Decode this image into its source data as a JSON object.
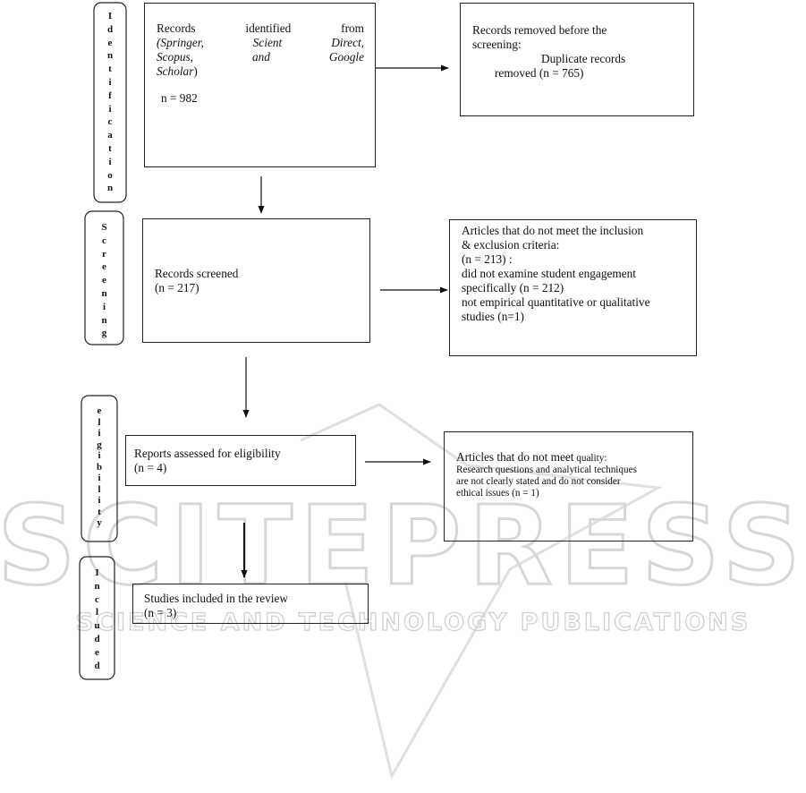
{
  "stages": [
    {
      "id": "identification",
      "letters": [
        "I",
        "d",
        "e",
        "n",
        "t",
        "i",
        "f",
        "i",
        "c",
        "a",
        "t",
        "i",
        "o",
        "n"
      ]
    },
    {
      "id": "screening",
      "letters": [
        "S",
        "c",
        "r",
        "e",
        "e",
        "n",
        "i",
        "n",
        "g"
      ]
    },
    {
      "id": "eligibility",
      "letters": [
        "e",
        "l",
        "i",
        "g",
        "i",
        "b",
        "i",
        "l",
        "i",
        "t",
        "y"
      ]
    },
    {
      "id": "included",
      "letters": [
        "I",
        "n",
        "c",
        "l",
        "u",
        "d",
        "e",
        "d"
      ]
    }
  ],
  "identified": {
    "line1_a": "Records",
    "line1_b": "identified",
    "line1_c": "from",
    "line2_a": "(Springer,",
    "line2_b": "Scient",
    "line2_c": "Direct,",
    "line3_a": "Scopus,",
    "line3_b": "and",
    "line3_c": "Google",
    "line4_a": "Scholar",
    "line4_b": ")",
    "count": "n = 982"
  },
  "removed": {
    "line1": "Records removed before  the",
    "line2": "screening:",
    "line3": "Duplicate records",
    "line4": "removed (n = 765)"
  },
  "screened": {
    "line1": "Records screened",
    "line2": "(n = 217)"
  },
  "excluded": {
    "line1": "Articles that do not meet the inclusion",
    "line2": "& exclusion criteria:",
    "line3": "(n = 213) :",
    "line4": "did not examine student engagement",
    "line5": "specifically (n = 212)",
    "line6": "not empirical quantitative or qualitative",
    "line7": "studies (n=1)"
  },
  "eligibility": {
    "line1": "Reports assessed for eligibility",
    "line2": "(n = 4)"
  },
  "quality": {
    "line1_a": "Articles that do not meet",
    "line1_b": " quality:",
    "line2": "Research questions and analytical techniques",
    "line3": "are not clearly stated and do not consider",
    "line4": "ethical issues (n = 1)"
  },
  "included": {
    "line1": "Studies included in the review",
    "line2": "(n = 3)"
  },
  "watermark": {
    "big": "SCITEPRESS",
    "small": "SCIENCE AND TECHNOLOGY PUBLICATIONS"
  }
}
